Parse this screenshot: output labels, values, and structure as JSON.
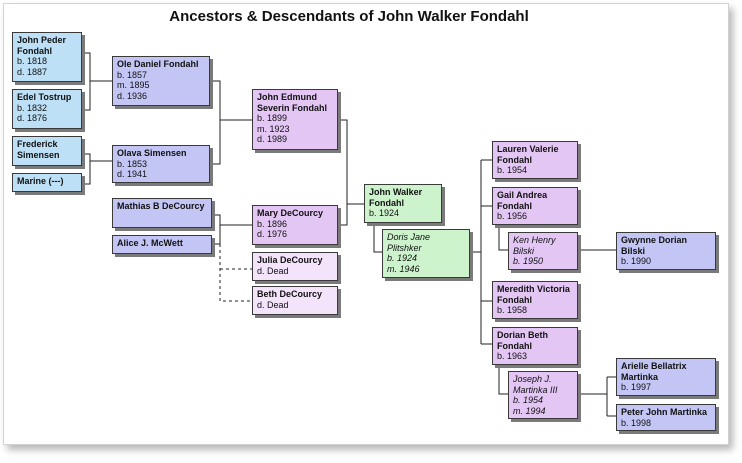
{
  "title": "Ancestors & Descendants of John Walker Fondahl",
  "colors": {
    "great_grandparents": "#bde0f7",
    "grandparents": "#c3c5f5",
    "parents": "#e3c6f4",
    "relatives": "#f3e3fb",
    "subject": "#cdf3cd",
    "children": "#e3c6f4",
    "grandchildren": "#c3c5f5"
  },
  "people": {
    "john_peder": {
      "name": "John Peder Fondahl",
      "lines": [
        "b. 1818",
        "d. 1887"
      ]
    },
    "edel": {
      "name": "Edel Tostrup",
      "lines": [
        "b. 1832",
        "d. 1876"
      ]
    },
    "frederick": {
      "name": "Frederick Simensen",
      "lines": []
    },
    "marine": {
      "name": "Marine (---)",
      "lines": []
    },
    "ole": {
      "name": "Ole Daniel Fondahl",
      "lines": [
        "b. 1857",
        "m. 1895",
        "d. 1936"
      ]
    },
    "olava": {
      "name": "Olava Simensen",
      "lines": [
        "b. 1853",
        "d. 1941"
      ]
    },
    "mathias": {
      "name": "Mathias B DeCourcy",
      "lines": []
    },
    "alice": {
      "name": "Alice J. McWett",
      "lines": []
    },
    "john_edmund": {
      "name": "John Edmund Severin Fondahl",
      "lines": [
        "b. 1899",
        "m. 1923",
        "d. 1989"
      ]
    },
    "mary": {
      "name": "Mary DeCourcy",
      "lines": [
        "b. 1896",
        "d. 1976"
      ]
    },
    "julia": {
      "name": "Julia DeCourcy",
      "lines": [
        "d. Dead"
      ]
    },
    "beth": {
      "name": "Beth DeCourcy",
      "lines": [
        "d. Dead"
      ]
    },
    "john_walker": {
      "name": "John Walker Fondahl",
      "lines": [
        "b. 1924"
      ]
    },
    "doris": {
      "name": "Doris Jane Plitshker",
      "lines": [
        "b. 1924",
        "m. 1946"
      ]
    },
    "lauren": {
      "name": "Lauren Valerie Fondahl",
      "lines": [
        "b. 1954"
      ]
    },
    "gail": {
      "name": "Gail Andrea Fondahl",
      "lines": [
        "b. 1956"
      ]
    },
    "ken": {
      "name": "Ken Henry Bilski",
      "lines": [
        "b. 1950"
      ]
    },
    "meredith": {
      "name": "Meredith Victoria Fondahl",
      "lines": [
        "b. 1958"
      ]
    },
    "dorian_beth": {
      "name": "Dorian Beth Fondahl",
      "lines": [
        "b. 1963"
      ]
    },
    "joseph": {
      "name": "Joseph J. Martinka III",
      "lines": [
        "b. 1954",
        "m. 1994"
      ]
    },
    "gwynne": {
      "name": "Gwynne Dorian Bilski",
      "lines": [
        "b. 1990"
      ]
    },
    "arielle": {
      "name": "Arielle Bellatrix Martinka",
      "lines": [
        "b. 1997"
      ]
    },
    "peter": {
      "name": "Peter John Martinka",
      "lines": [
        "b. 1998"
      ]
    }
  }
}
